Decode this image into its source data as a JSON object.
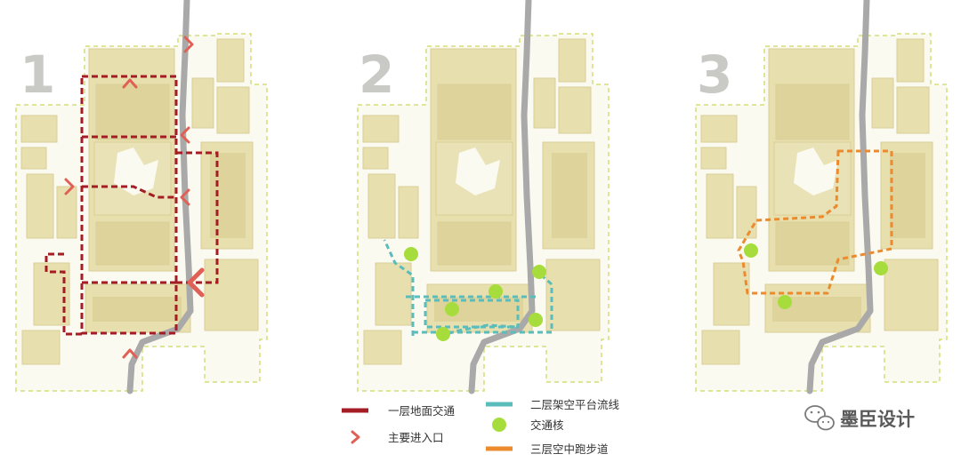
{
  "panels": [
    {
      "number": "1"
    },
    {
      "number": "2"
    },
    {
      "number": "3"
    }
  ],
  "legend": {
    "ground_traffic": "一层地面交通",
    "main_entrance": "主要进入口",
    "second_floor_platform": "二层架空平台流线",
    "traffic_core": "交通核",
    "third_floor_running_track": "三层空中跑步道"
  },
  "watermark": {
    "text": "墨臣设计",
    "icon": "wechat-icon"
  },
  "colors": {
    "building": "#e7dfae",
    "building_edge": "#d9cf97",
    "road": "#a9a9a9",
    "boundary": "#d4dd7a",
    "ground_traffic": "#a51d24",
    "entrance": "#e06055",
    "platform_flow": "#5bbcbc",
    "traffic_core": "#a6dd3c",
    "running_track": "#ec8a2e",
    "panel_number": "#c9c9c6"
  }
}
